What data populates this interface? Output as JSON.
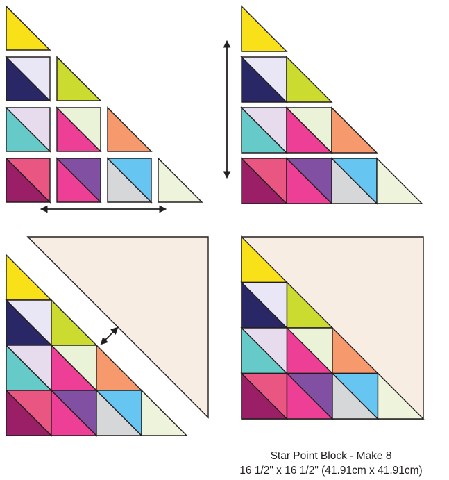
{
  "caption": {
    "title": "Star Point Block - Make 8",
    "size": "16 1/2\" x 16 1/2\" (41.91cm x 41.91cm)"
  },
  "colors": {
    "yellow": "#f9e11a",
    "lavender": "#e9e7f6",
    "navy": "#292766",
    "lime": "#cbdb2f",
    "pale_pink": "#e6dcee",
    "teal": "#66cbc8",
    "pale_green": "#eaf2d8",
    "hot_pink": "#ee3f96",
    "orange": "#f6996c",
    "rose": "#e85681",
    "plum": "#9a1f67",
    "purple": "#8150a3",
    "sky": "#66c6f1",
    "gray": "#d6d7d8",
    "cream": "#eef4dc",
    "background_fabric": "#f8ede3",
    "outline": "#231f20"
  },
  "panels": [
    {
      "name": "step-1-arrange-units",
      "arrows": [
        "horizontal-double-arrow"
      ]
    },
    {
      "name": "step-2-join-rows",
      "arrows": [
        "vertical-double-arrow"
      ]
    },
    {
      "name": "step-3-add-background-triangle",
      "arrows": [
        "diagonal-double-arrow"
      ]
    },
    {
      "name": "step-4-finished-block",
      "arrows": []
    }
  ]
}
